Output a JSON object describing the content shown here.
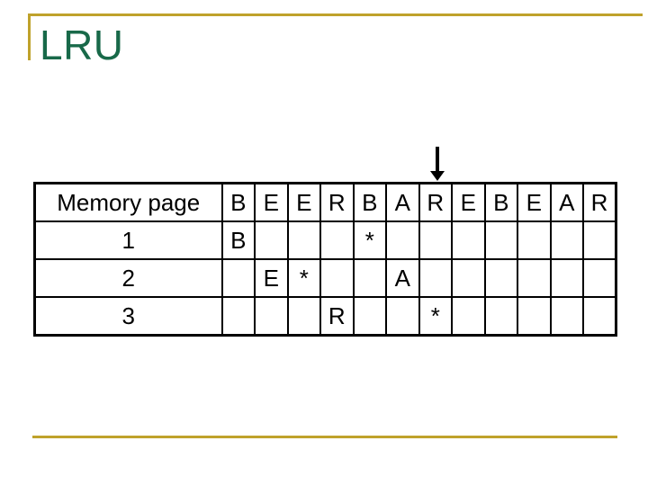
{
  "slide": {
    "title": "LRU",
    "colors": {
      "title_green": "#186949",
      "accent_gold": "#BFA22B",
      "letter_purple": "#C583DB",
      "fault_red": "#CC0000",
      "table_border": "#000000"
    }
  },
  "table": {
    "corner_header": "Memory page",
    "reference_string": [
      "B",
      "E",
      "E",
      "R",
      "B",
      "A",
      "R",
      "E",
      "B",
      "E",
      "A",
      "R"
    ],
    "arrow_column": 7,
    "rows": [
      {
        "label": "1",
        "cells": [
          "B",
          "",
          "",
          "",
          "*",
          "",
          "",
          "",
          "",
          "",
          "",
          ""
        ]
      },
      {
        "label": "2",
        "cells": [
          "",
          "E",
          "*",
          "",
          "",
          "A",
          "",
          "",
          "",
          "",
          "",
          ""
        ]
      },
      {
        "label": "3",
        "cells": [
          "",
          "",
          "",
          "R",
          "",
          "",
          "*",
          "",
          "",
          "",
          "",
          ""
        ]
      }
    ]
  }
}
